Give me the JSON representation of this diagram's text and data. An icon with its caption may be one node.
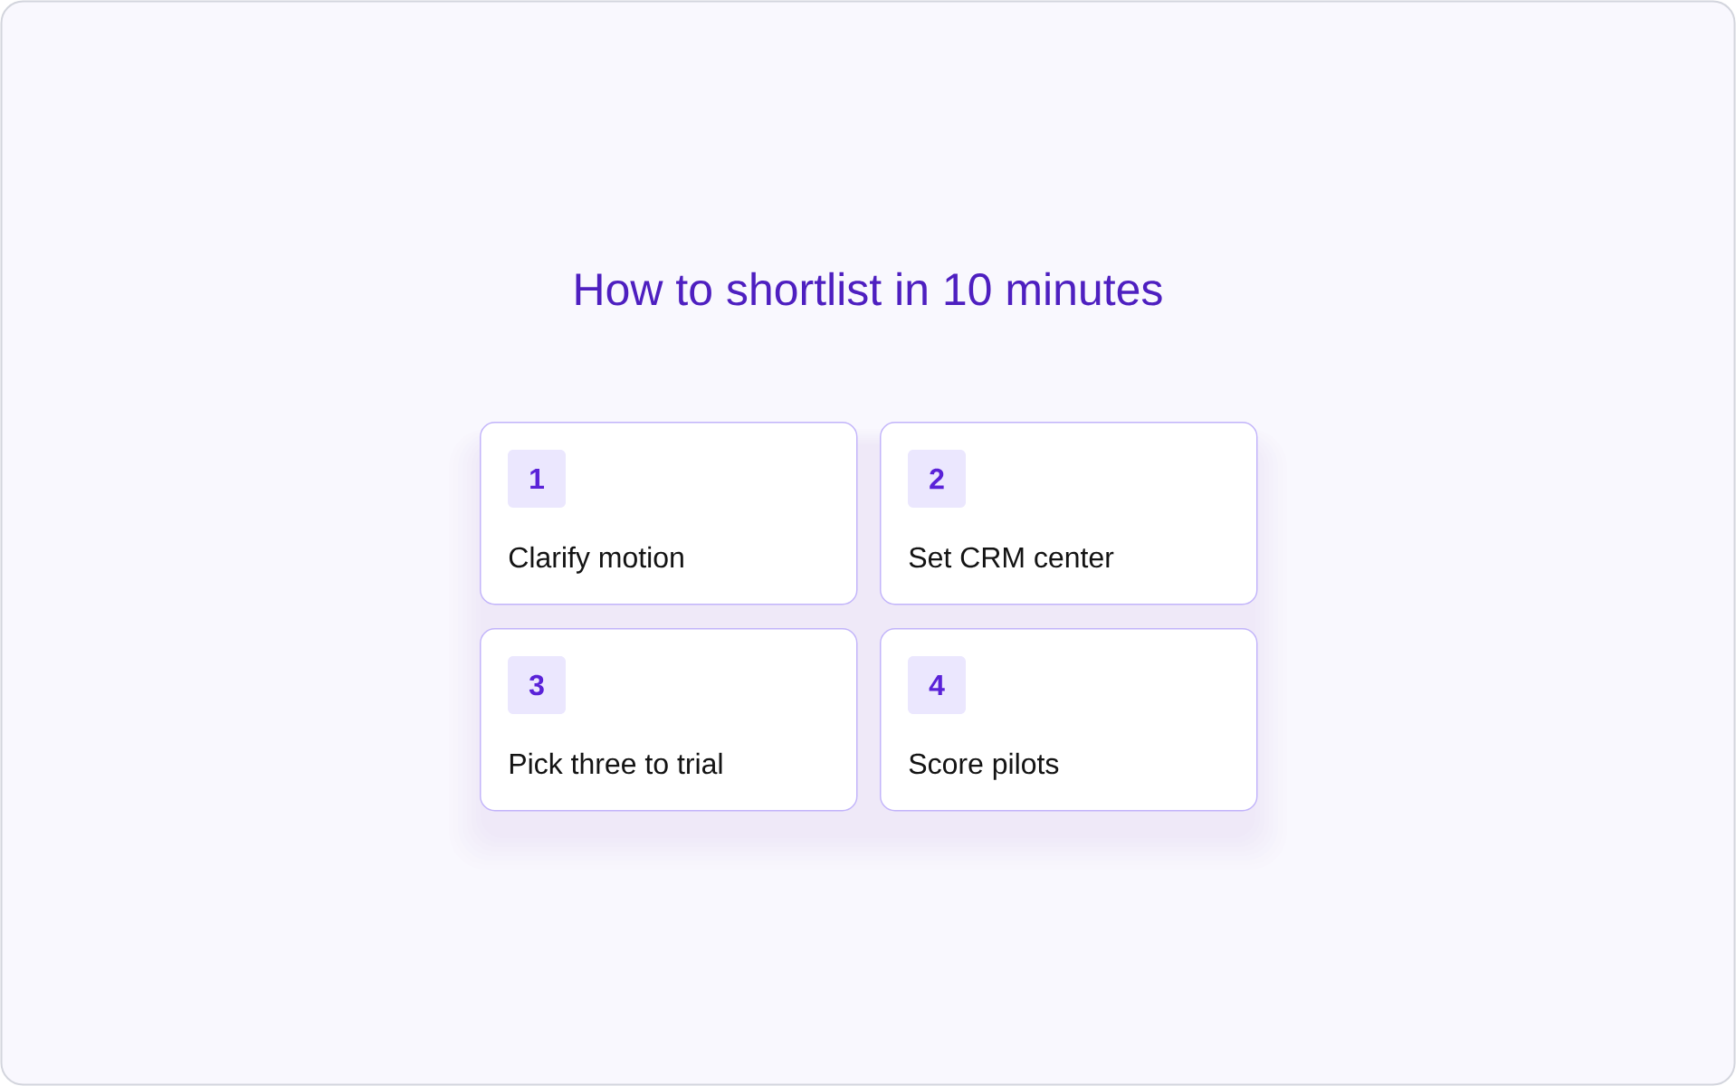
{
  "diagram": {
    "title": "How to shortlist in 10 minutes",
    "nodes": [
      {
        "text": [
          "Clarify motion"
        ]
      },
      {
        "text": [
          "1"
        ],
        "in": 0
      },
      {
        "text": [
          "Set CRM center"
        ]
      },
      {
        "text": [
          "2"
        ],
        "in": 2
      },
      {
        "text": [
          "Pick three to trial"
        ]
      },
      {
        "text": [
          "3"
        ],
        "in": 4
      },
      {
        "text": [
          "Score pilots"
        ]
      },
      {
        "text": [
          "4"
        ],
        "in": 6
      }
    ]
  }
}
